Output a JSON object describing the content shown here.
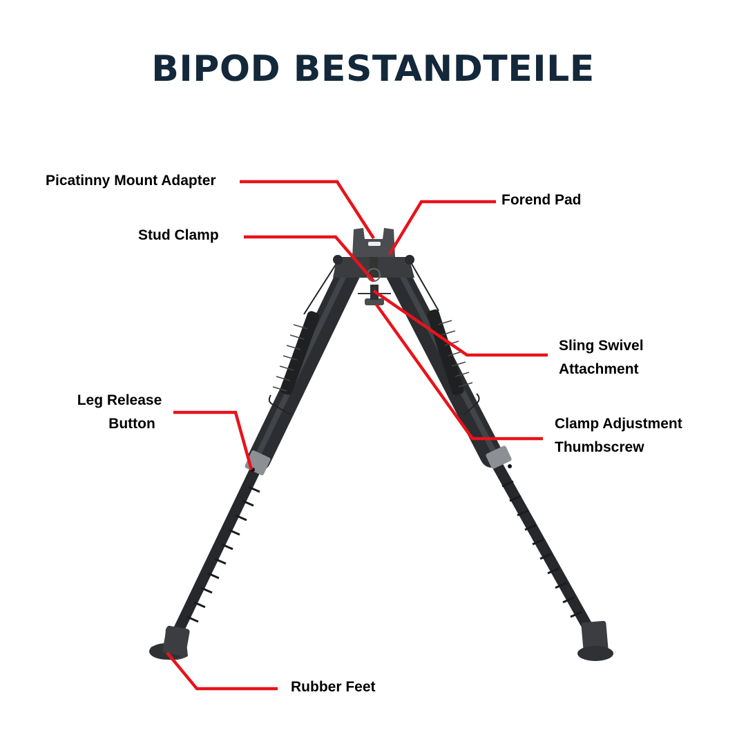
{
  "title": "BIPOD BESTANDTEILE",
  "colors": {
    "title": "#13283a",
    "callout_line": "#e8131b",
    "label_text": "#000000",
    "bipod_body": "#2e3034",
    "bipod_highlight": "#4a4d52",
    "background": "#ffffff"
  },
  "labels": {
    "picatinny": {
      "text": "Picatinny Mount Adapter"
    },
    "forend": {
      "text": "Forend Pad"
    },
    "stud": {
      "text": "Stud Clamp"
    },
    "sling": {
      "line1": "Sling Swivel",
      "line2": "Attachment"
    },
    "leg_release": {
      "line1": "Leg Release",
      "line2": "Button"
    },
    "clamp_adj": {
      "line1": "Clamp Adjustment",
      "line2": "Thumbscrew"
    },
    "rubber_feet": {
      "text": "Rubber Feet"
    }
  },
  "illustration": {
    "subject": "bipod",
    "parts": [
      "picatinny-mount-adapter",
      "forend-pad",
      "stud-clamp",
      "sling-swivel-attachment",
      "leg-release-button",
      "clamp-adjustment-thumbscrew",
      "rubber-feet",
      "springs",
      "legs"
    ]
  }
}
